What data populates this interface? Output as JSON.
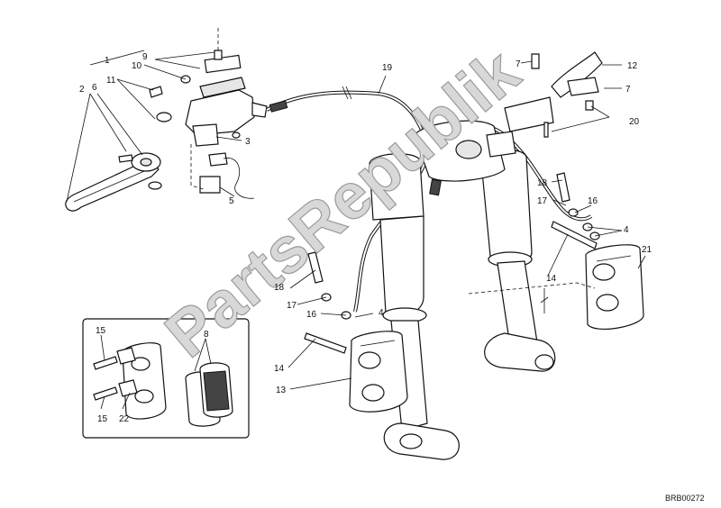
{
  "diagram": {
    "code": "BRB00272",
    "watermark": "PartsRepublik",
    "callouts": [
      {
        "id": "c1",
        "text": "1"
      },
      {
        "id": "c2",
        "text": "2"
      },
      {
        "id": "c3",
        "text": "3"
      },
      {
        "id": "c4a",
        "text": "4"
      },
      {
        "id": "c4b",
        "text": "4"
      },
      {
        "id": "c5",
        "text": "5"
      },
      {
        "id": "c6",
        "text": "6"
      },
      {
        "id": "c7a",
        "text": "7"
      },
      {
        "id": "c7b",
        "text": "7"
      },
      {
        "id": "c8",
        "text": "8"
      },
      {
        "id": "c9",
        "text": "9"
      },
      {
        "id": "c10",
        "text": "10"
      },
      {
        "id": "c11",
        "text": "11"
      },
      {
        "id": "c12",
        "text": "12"
      },
      {
        "id": "c13",
        "text": "13"
      },
      {
        "id": "c14a",
        "text": "14"
      },
      {
        "id": "c14b",
        "text": "14"
      },
      {
        "id": "c15a",
        "text": "15"
      },
      {
        "id": "c15b",
        "text": "15"
      },
      {
        "id": "c16a",
        "text": "16"
      },
      {
        "id": "c16b",
        "text": "16"
      },
      {
        "id": "c17a",
        "text": "17"
      },
      {
        "id": "c17b",
        "text": "17"
      },
      {
        "id": "c18a",
        "text": "18"
      },
      {
        "id": "c18b",
        "text": "18"
      },
      {
        "id": "c19",
        "text": "19"
      },
      {
        "id": "c20",
        "text": "20"
      },
      {
        "id": "c21",
        "text": "21"
      },
      {
        "id": "c22",
        "text": "22"
      }
    ]
  }
}
